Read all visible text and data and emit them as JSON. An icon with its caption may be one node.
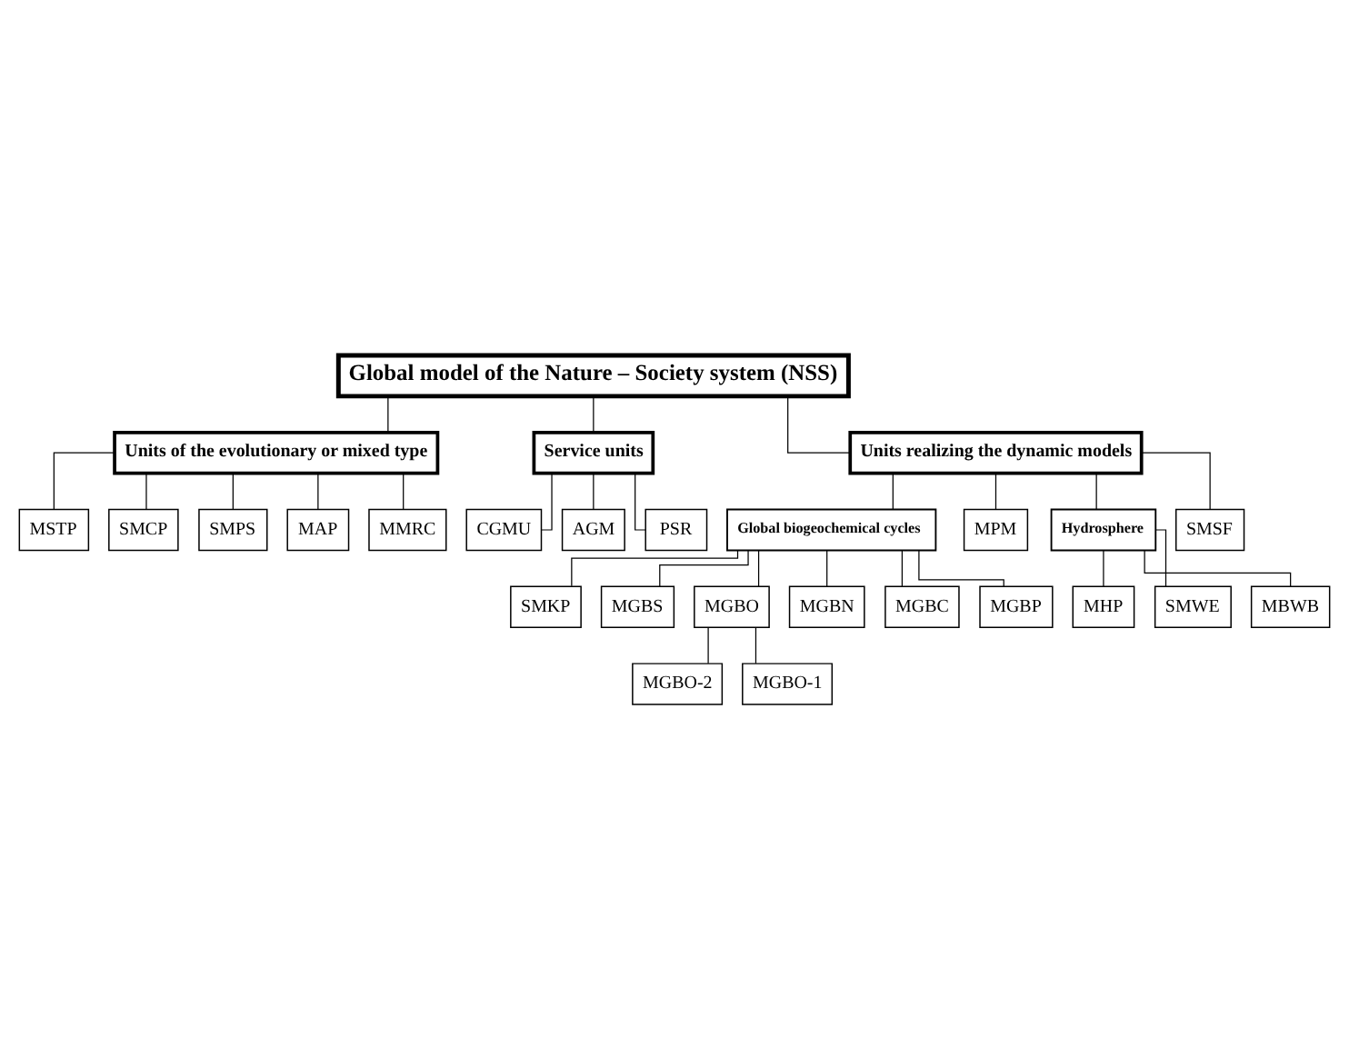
{
  "diagram": {
    "nodes": [
      {
        "text": [
          "Global model of the Nature – Society system (NSS)"
        ]
      },
      {
        "text": [
          "Units of the evolutionary or mixed type"
        ]
      },
      {
        "text": [
          "Service units"
        ]
      },
      {
        "text": [
          "Units realizing the dynamic models"
        ]
      },
      {
        "text": [
          "MSTP"
        ]
      },
      {
        "text": [
          "CGMU"
        ]
      },
      {
        "text": [
          "Global biogeochemical cycles"
        ]
      },
      {
        "text": [
          "MPM"
        ]
      },
      {
        "text": [
          "SMCP"
        ]
      },
      {
        "text": [
          "MGBO-2"
        ]
      },
      {
        "text": [
          "AGM"
        ]
      },
      {
        "text": [
          "MGBO-1"
        ]
      },
      {
        "text": [
          "SMKP"
        ]
      },
      {
        "text": [
          "Hydrosphere"
        ]
      },
      {
        "text": [
          "SMPS"
        ]
      },
      {
        "text": [
          "PSR"
        ]
      },
      {
        "text": [
          "MGBS"
        ]
      },
      {
        "text": [
          "MHP"
        ]
      },
      {
        "text": [
          "SMSF"
        ]
      },
      {
        "text": [
          "MAP"
        ]
      },
      {
        "text": [
          "MGBO"
        ]
      },
      {
        "text": [
          "MGBN"
        ]
      },
      {
        "text": [
          "MGBC"
        ]
      },
      {
        "text": [
          "MGBP"
        ]
      },
      {
        "text": [
          "SMWE"
        ]
      },
      {
        "text": [
          "MMRC"
        ]
      },
      {
        "text": [
          "MBWB"
        ]
      }
    ],
    "edges": [
      {
        "from": 0,
        "to": 1,
        "arrow": "none"
      },
      {
        "from": 0,
        "to": 2,
        "arrow": "none"
      },
      {
        "from": 0,
        "to": 3,
        "arrow": "none"
      },
      {
        "from": 1,
        "to": 4,
        "arrow": "none"
      },
      {
        "from": 1,
        "to": 8,
        "arrow": "none"
      },
      {
        "from": 1,
        "to": 14,
        "arrow": "none"
      },
      {
        "from": 1,
        "to": 19,
        "arrow": "none"
      },
      {
        "from": 1,
        "to": 25,
        "arrow": "none"
      },
      {
        "from": 2,
        "to": 5,
        "arrow": "none"
      },
      {
        "from": 2,
        "to": 10,
        "arrow": "none"
      },
      {
        "from": 2,
        "to": 15,
        "arrow": "none"
      },
      {
        "from": 3,
        "to": 6,
        "arrow": "none"
      },
      {
        "from": 3,
        "to": 7,
        "arrow": "none"
      },
      {
        "from": 3,
        "to": 13,
        "arrow": "none"
      },
      {
        "from": 3,
        "to": 18,
        "arrow": "none"
      },
      {
        "from": 6,
        "to": 12,
        "arrow": "none"
      },
      {
        "from": 6,
        "to": 16,
        "arrow": "none"
      },
      {
        "from": 6,
        "to": 20,
        "arrow": "none"
      },
      {
        "from": 6,
        "to": 21,
        "arrow": "none"
      },
      {
        "from": 6,
        "to": 22,
        "arrow": "none"
      },
      {
        "from": 6,
        "to": 23,
        "arrow": "none"
      },
      {
        "from": 20,
        "to": 9,
        "arrow": "none"
      },
      {
        "from": 20,
        "to": 11,
        "arrow": "none"
      },
      {
        "from": 13,
        "to": 17,
        "arrow": "none"
      },
      {
        "from": 13,
        "to": 24,
        "arrow": "none"
      },
      {
        "from": 13,
        "to": 26,
        "arrow": "none"
      }
    ]
  }
}
